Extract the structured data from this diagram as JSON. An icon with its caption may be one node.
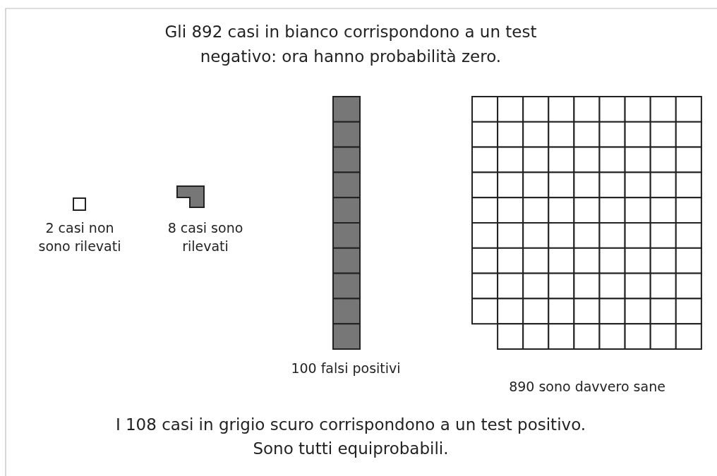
{
  "diagram": {
    "title": "Gli 892 casi in bianco corrispondono a un test negativo: ora hanno probabilità zero.",
    "caption": "I 108 casi in grigio scuro corrispondono a un test positivo. Sono tutti equiprobabili.",
    "labels": [
      "2 casi non sono rilevati",
      "8 casi sono rilevati",
      "100 falsi positivi",
      "890 sono davvero sane"
    ]
  }
}
